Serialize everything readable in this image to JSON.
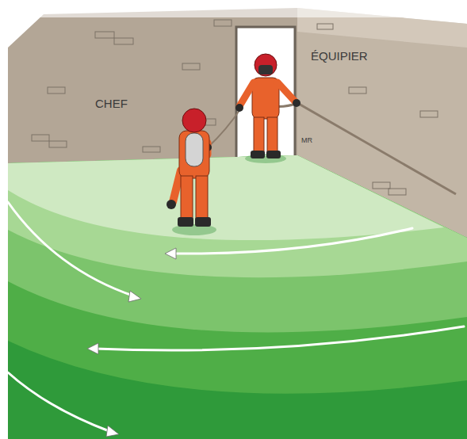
{
  "diagram": {
    "labels": [
      "CHEF",
      "ÉQUIPIER",
      "MR"
    ]
  }
}
